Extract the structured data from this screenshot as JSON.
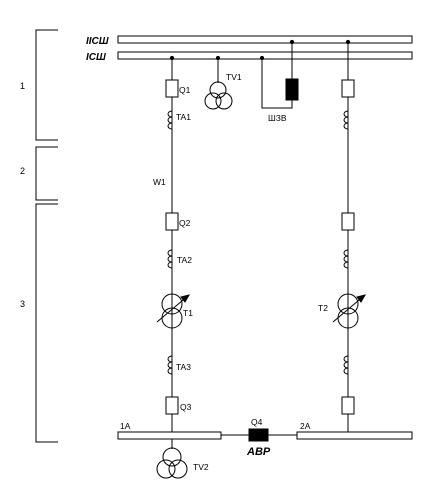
{
  "buses": {
    "bus2_label": "IICШ",
    "bus1_label": "ICШ",
    "sec_1a": "1A",
    "sec_2a": "2A"
  },
  "sections": [
    "1",
    "2",
    "3"
  ],
  "labels": {
    "q1": "Q1",
    "ta1": "TA1",
    "tv1": "TV1",
    "shzv": "ШЗВ",
    "w1": "W1",
    "q2": "Q2",
    "ta2": "TA2",
    "t1": "T1",
    "t2": "T2",
    "ta3": "TA3",
    "q3": "Q3",
    "q4": "Q4",
    "avr": "АВР",
    "tv2": "TV2"
  }
}
